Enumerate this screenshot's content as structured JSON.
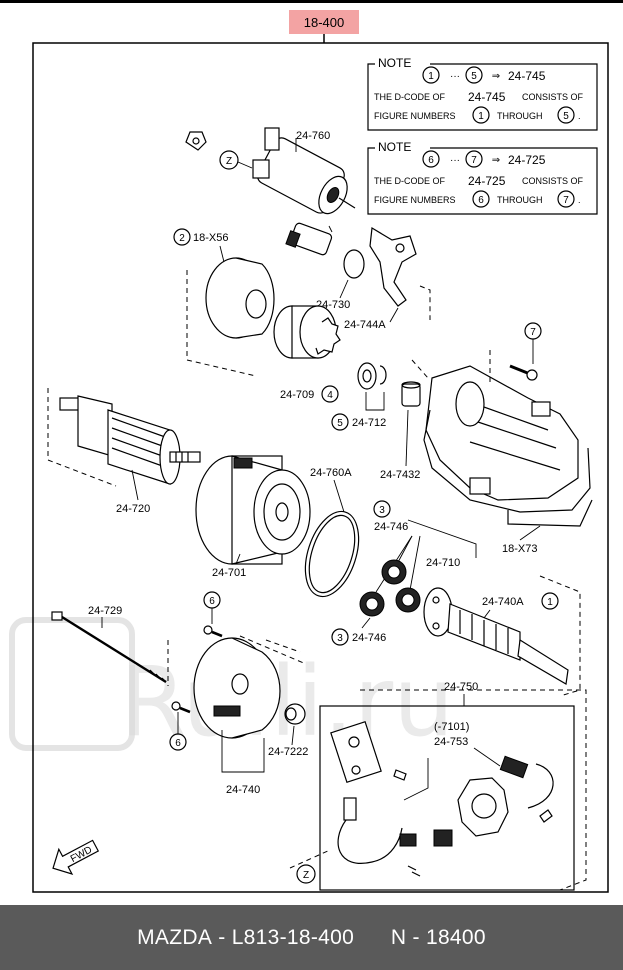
{
  "section_code": "18-400",
  "notes": [
    {
      "title": "NOTE",
      "range_start": "1",
      "range_end": "5",
      "range_sep": "···",
      "arrow": "⇒",
      "target": "24-745",
      "line2_a": "THE D-CODE OF",
      "line2_code": "24-745",
      "line2_b": "CONSISTS OF",
      "line3_a": "FIGURE NUMBERS",
      "line3_n1": "1",
      "line3_mid": "THROUGH",
      "line3_n2": "5",
      "line3_end": "."
    },
    {
      "title": "NOTE",
      "range_start": "6",
      "range_end": "7",
      "range_sep": "···",
      "arrow": "⇒",
      "target": "24-725",
      "line2_a": "THE D-CODE OF",
      "line2_code": "24-725",
      "line2_b": "CONSISTS OF",
      "line3_a": "FIGURE NUMBERS",
      "line3_n1": "6",
      "line3_mid": "THROUGH",
      "line3_n2": "7",
      "line3_end": "."
    }
  ],
  "labels": {
    "p24_760": "24-760",
    "p18_x56": "18-X56",
    "p24_730": "24-730",
    "p24_744a": "24-744A",
    "p24_709": "24-709",
    "p24_712": "24-712",
    "p24_7432": "24-7432",
    "p24_720": "24-720",
    "p24_760a": "24-760A",
    "p24_746_a": "24-746",
    "p24_710": "24-710",
    "p18_x73": "18-X73",
    "p24_701": "24-701",
    "p24_729": "24-729",
    "p24_740a": "24-740A",
    "p24_746_b": "24-746",
    "p24_750": "24-750",
    "p7101": "(-7101)",
    "p24_753": "24-753",
    "p24_7222": "24-7222",
    "p24_740": "24-740",
    "fwd": "FWD"
  },
  "circled": {
    "c_z_top": "Z",
    "c_2": "2",
    "c_4": "4",
    "c_5": "5",
    "c_7": "7",
    "c_3_top": "3",
    "c_1": "1",
    "c_6_top": "6",
    "c_3_bot": "3",
    "c_6_bot": "6",
    "c_z_bot": "Z"
  },
  "watermark": "Rulli.ru",
  "footer": {
    "brand": "MAZDA",
    "sep1": "-",
    "part_number": "L813-18-400",
    "n_label": "N",
    "sep2": "-",
    "n_value": "18400"
  }
}
